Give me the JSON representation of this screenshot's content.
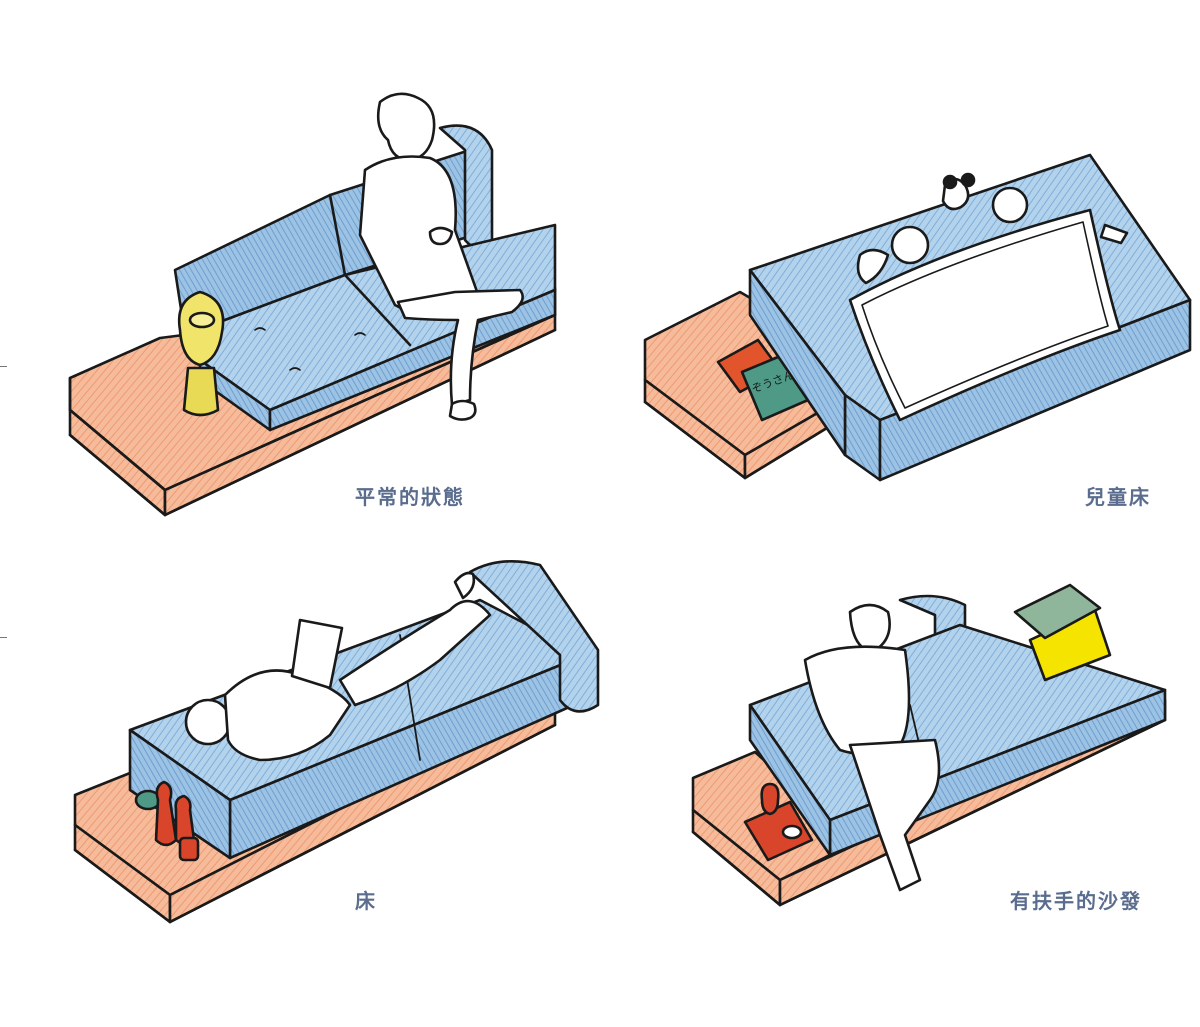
{
  "panels": [
    {
      "id": "normal",
      "caption": "平常的狀態"
    },
    {
      "id": "kids-bed",
      "caption": "兒童床"
    },
    {
      "id": "bed",
      "caption": "床"
    },
    {
      "id": "armrest-sofa",
      "caption": "有扶手的沙發"
    }
  ],
  "book_cover_text": "ぞうさん",
  "colors": {
    "sofa_blue": "#a9cbe8",
    "sofa_blue_dark": "#86b2da",
    "base_orange": "#f0a37e",
    "base_orange_light": "#f6b896",
    "lamp_yellow": "#f0e46a",
    "cushion_yellow": "#f4e400",
    "cushion_green": "#8fb69a",
    "book_red": "#e2552c",
    "book_teal": "#4e9a86",
    "bottle_red": "#d9452a",
    "caption_color": "#5a6d8e",
    "ink": "#1a1a1a"
  }
}
